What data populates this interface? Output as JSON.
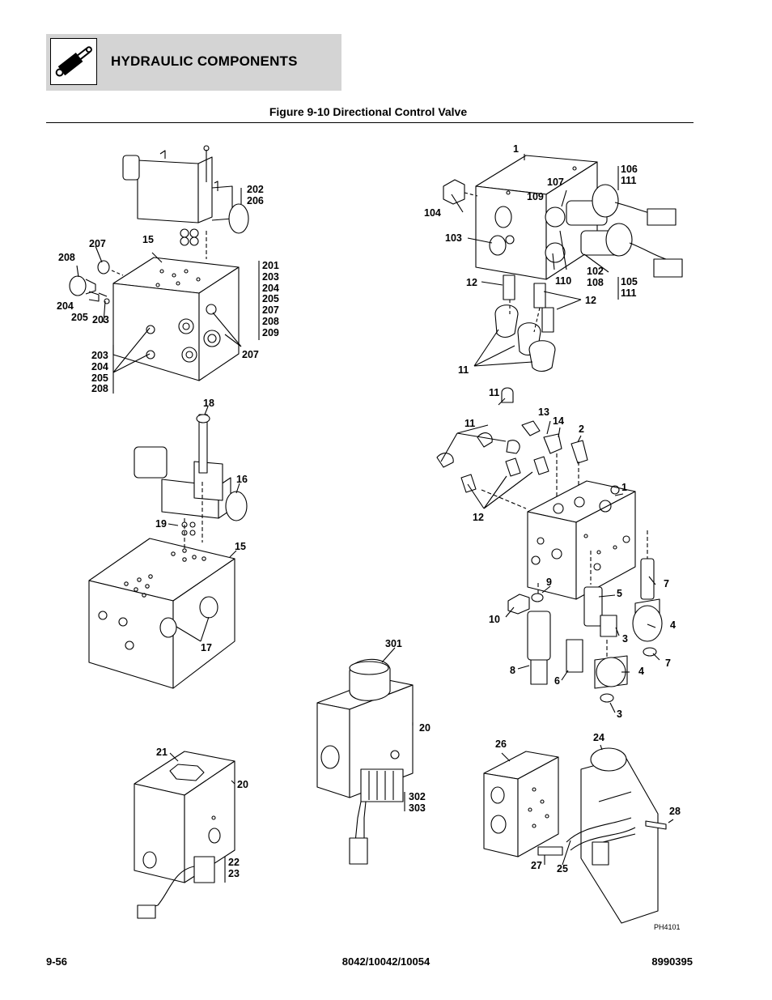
{
  "header": {
    "title": "HYDRAULIC COMPONENTS",
    "logo_icon": "hydraulic-cylinder-icon"
  },
  "figure": {
    "title": "Figure 9-10 Directional Control Valve",
    "drawing_id": "PH4101"
  },
  "callouts": {
    "c202_206": "202\n206",
    "c201_209": "201\n203\n204\n205\n207\n208\n209",
    "c207a": "207",
    "c15a": "15",
    "c208a": "208",
    "c204a": "204",
    "c205a": "205",
    "c203a": "203",
    "c203_208": "203\n204\n205\n208",
    "c207b": "207",
    "c18": "18",
    "c16": "16",
    "c19": "19",
    "c15b": "15",
    "c17": "17",
    "c21": "21",
    "c20a": "20",
    "c22_23": "22\n23",
    "c301": "301",
    "c20b": "20",
    "c302_303": "302\n303",
    "c1a": "1",
    "c106_111": "106\n111",
    "c107": "107",
    "c109": "109",
    "c104": "104",
    "c103": "103",
    "c12a": "12",
    "c110": "110",
    "c102_108": "102\n108",
    "c105_111": "105\n111",
    "c12b": "12",
    "c11a": "11",
    "c11b": "11",
    "c13": "13",
    "c14": "14",
    "c2": "2",
    "c11c": "11",
    "c1b": "1",
    "c12c": "12",
    "c7a": "7",
    "c9": "9",
    "c5": "5",
    "c10": "10",
    "c4a": "4",
    "c3a": "3",
    "c7b": "7",
    "c8": "8",
    "c6": "6",
    "c4b": "4",
    "c3b": "3",
    "c26": "26",
    "c24": "24",
    "c28": "28",
    "c27": "27",
    "c25": "25"
  },
  "footer": {
    "page": "9-56",
    "models": "8042/10042/10054",
    "part_number": "8990395"
  }
}
